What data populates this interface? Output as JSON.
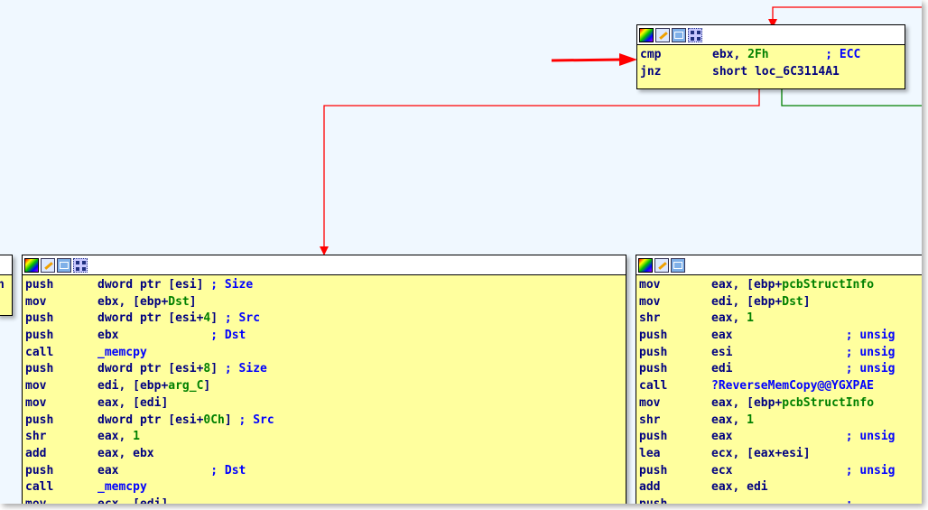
{
  "colors": {
    "background": "#f0f8ff",
    "block_fill": "#ffff9e",
    "mnemonic": "#000080",
    "name_ref": "#008000",
    "comment": "#0000ff",
    "edge_red": "#ff0000",
    "edge_green": "#008000"
  },
  "header_icons": [
    "color-icon",
    "edit-icon",
    "graph-view-icon",
    "grid-icon"
  ],
  "top_block": {
    "lines": [
      {
        "m": "cmp",
        "parts": [
          {
            "t": "ebx, ",
            "c": "ops"
          },
          {
            "t": "2Fh",
            "c": "num"
          },
          {
            "t": "        ; ECC",
            "c": "cmt"
          }
        ]
      },
      {
        "m": "jnz",
        "parts": [
          {
            "t": "short loc_6C3114A1",
            "c": "ops"
          }
        ]
      }
    ]
  },
  "left_stub_block": {
    "lines": [
      {
        "m": "",
        "parts": [
          {
            "t": "h",
            "c": "ops"
          }
        ]
      }
    ]
  },
  "left_block": {
    "lines": [
      {
        "m": "push",
        "parts": [
          {
            "t": "dword ptr [esi] ",
            "c": "ops"
          },
          {
            "t": "; Size",
            "c": "cmt"
          }
        ]
      },
      {
        "m": "mov",
        "parts": [
          {
            "t": "ebx, [ebp+",
            "c": "ops"
          },
          {
            "t": "Dst",
            "c": "ref"
          },
          {
            "t": "]",
            "c": "ops"
          }
        ]
      },
      {
        "m": "push",
        "parts": [
          {
            "t": "dword ptr [esi+",
            "c": "ops"
          },
          {
            "t": "4",
            "c": "num"
          },
          {
            "t": "] ",
            "c": "ops"
          },
          {
            "t": "; Src",
            "c": "cmt"
          }
        ]
      },
      {
        "m": "push",
        "parts": [
          {
            "t": "ebx",
            "c": "ops"
          },
          {
            "t": "             ; Dst",
            "c": "cmt"
          }
        ]
      },
      {
        "m": "call",
        "parts": [
          {
            "t": "_memcpy",
            "c": "cmt"
          }
        ]
      },
      {
        "m": "push",
        "parts": [
          {
            "t": "dword ptr [esi+",
            "c": "ops"
          },
          {
            "t": "8",
            "c": "num"
          },
          {
            "t": "] ",
            "c": "ops"
          },
          {
            "t": "; Size",
            "c": "cmt"
          }
        ]
      },
      {
        "m": "mov",
        "parts": [
          {
            "t": "edi, [ebp+",
            "c": "ops"
          },
          {
            "t": "arg_C",
            "c": "ref"
          },
          {
            "t": "]",
            "c": "ops"
          }
        ]
      },
      {
        "m": "mov",
        "parts": [
          {
            "t": "eax, [edi]",
            "c": "ops"
          }
        ]
      },
      {
        "m": "push",
        "parts": [
          {
            "t": "dword ptr [esi+",
            "c": "ops"
          },
          {
            "t": "0Ch",
            "c": "num"
          },
          {
            "t": "] ",
            "c": "ops"
          },
          {
            "t": "; Src",
            "c": "cmt"
          }
        ]
      },
      {
        "m": "shr",
        "parts": [
          {
            "t": "eax, ",
            "c": "ops"
          },
          {
            "t": "1",
            "c": "num"
          }
        ]
      },
      {
        "m": "add",
        "parts": [
          {
            "t": "eax, ebx",
            "c": "ops"
          }
        ]
      },
      {
        "m": "push",
        "parts": [
          {
            "t": "eax",
            "c": "ops"
          },
          {
            "t": "             ; Dst",
            "c": "cmt"
          }
        ]
      },
      {
        "m": "call",
        "parts": [
          {
            "t": "_memcpy",
            "c": "cmt"
          }
        ]
      },
      {
        "m": "mov",
        "parts": [
          {
            "t": "ecx, [edi]",
            "c": "ops"
          }
        ]
      }
    ]
  },
  "right_block": {
    "lines": [
      {
        "m": "mov",
        "parts": [
          {
            "t": "eax, [ebp+",
            "c": "ops"
          },
          {
            "t": "pcbStructInfo",
            "c": "ref"
          }
        ]
      },
      {
        "m": "mov",
        "parts": [
          {
            "t": "edi, [ebp+",
            "c": "ops"
          },
          {
            "t": "Dst",
            "c": "ref"
          },
          {
            "t": "]",
            "c": "ops"
          }
        ]
      },
      {
        "m": "shr",
        "parts": [
          {
            "t": "eax, ",
            "c": "ops"
          },
          {
            "t": "1",
            "c": "num"
          }
        ]
      },
      {
        "m": "push",
        "parts": [
          {
            "t": "eax",
            "c": "ops"
          },
          {
            "t": "                ; unsig",
            "c": "cmt"
          }
        ]
      },
      {
        "m": "push",
        "parts": [
          {
            "t": "esi",
            "c": "ops"
          },
          {
            "t": "                ; unsig",
            "c": "cmt"
          }
        ]
      },
      {
        "m": "push",
        "parts": [
          {
            "t": "edi",
            "c": "ops"
          },
          {
            "t": "                ; unsig",
            "c": "cmt"
          }
        ]
      },
      {
        "m": "call",
        "parts": [
          {
            "t": "?ReverseMemCopy@@YGXPAE",
            "c": "cmt"
          }
        ]
      },
      {
        "m": "mov",
        "parts": [
          {
            "t": "eax, [ebp+",
            "c": "ops"
          },
          {
            "t": "pcbStructInfo",
            "c": "ref"
          }
        ]
      },
      {
        "m": "shr",
        "parts": [
          {
            "t": "eax, ",
            "c": "ops"
          },
          {
            "t": "1",
            "c": "num"
          }
        ]
      },
      {
        "m": "push",
        "parts": [
          {
            "t": "eax",
            "c": "ops"
          },
          {
            "t": "                ; unsig",
            "c": "cmt"
          }
        ]
      },
      {
        "m": "lea",
        "parts": [
          {
            "t": "ecx, [eax+esi]",
            "c": "ops"
          }
        ]
      },
      {
        "m": "push",
        "parts": [
          {
            "t": "ecx",
            "c": "ops"
          },
          {
            "t": "                ; unsig",
            "c": "cmt"
          }
        ]
      },
      {
        "m": "add",
        "parts": [
          {
            "t": "eax, edi",
            "c": "ops"
          }
        ]
      },
      {
        "m": "push",
        "parts": [
          {
            "t": "                   ;",
            "c": "cmt"
          }
        ]
      }
    ]
  }
}
